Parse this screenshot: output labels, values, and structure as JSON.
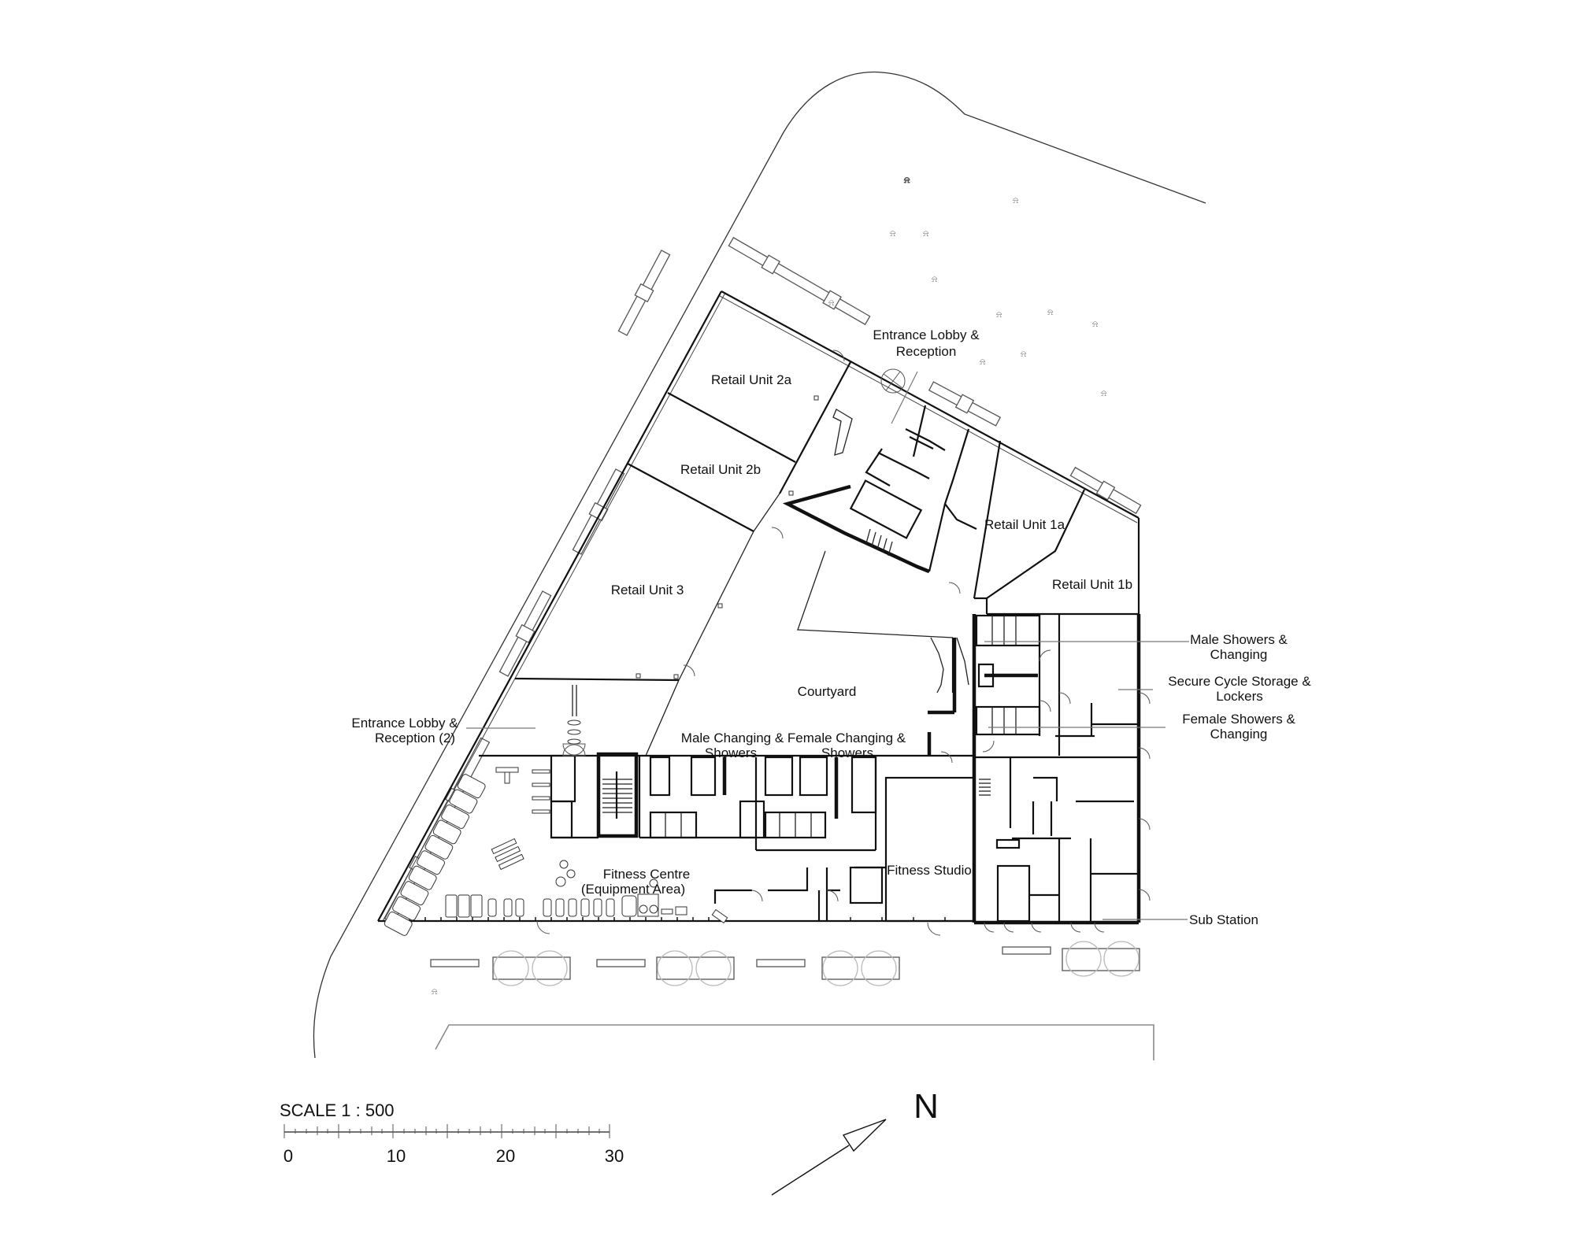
{
  "drawing": {
    "type": "architectural-floor-plan",
    "scale_label": "SCALE  1 : 500",
    "scale_bar": {
      "ticks": [
        "0",
        "10",
        "20",
        "30"
      ],
      "units_max": 30
    },
    "north_label": "N"
  },
  "rooms": {
    "entrance_lobby_1_line1": "Entrance Lobby &",
    "entrance_lobby_1_line2": "Reception",
    "retail_2a": "Retail Unit 2a",
    "retail_2b": "Retail Unit 2b",
    "retail_3": "Retail Unit 3",
    "retail_1a": "Retail Unit 1a",
    "retail_1b": "Retail Unit 1b",
    "courtyard": "Courtyard",
    "entrance_lobby_2_line1": "Entrance Lobby &",
    "entrance_lobby_2_line2": "Reception (2)",
    "male_changing_line1": "Male Changing &",
    "male_changing_line2": "Showers",
    "female_changing_line1": "Female Changing &",
    "female_changing_line2": "Showers",
    "fitness_centre_line1": "Fitness Centre",
    "fitness_centre_line2": "(Equipment Area)",
    "fitness_studio": "Fitness Studio"
  },
  "callouts": {
    "male_showers_line1": "Male Showers &",
    "male_showers_line2": "Changing",
    "cycle_storage_line1": "Secure Cycle Storage &",
    "cycle_storage_line2": "Lockers",
    "female_showers_line1": "Female Showers &",
    "female_showers_line2": "Changing",
    "sub_station": "Sub Station"
  }
}
